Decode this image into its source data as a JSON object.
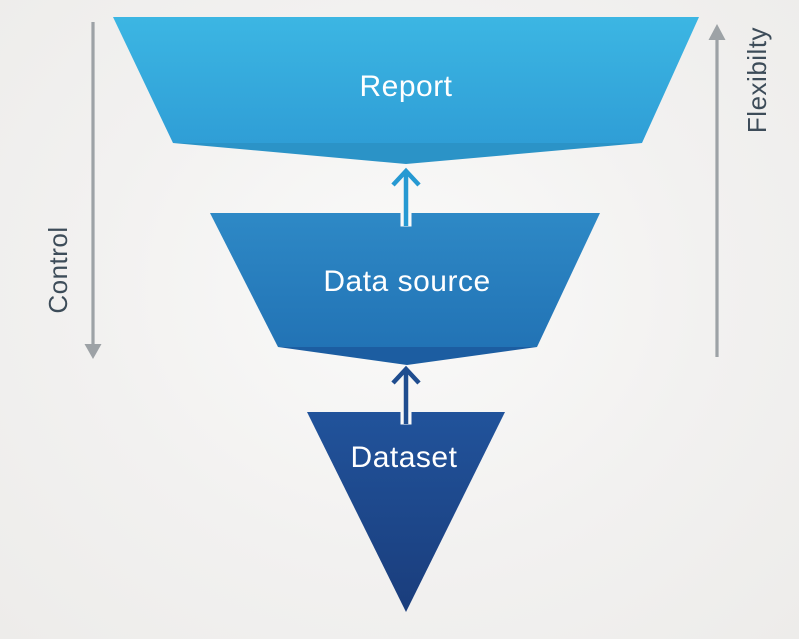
{
  "diagram": {
    "title": "funnel: dataset to data source to report",
    "background_color": "#f2f1f0",
    "notch_color": "#fafaf9",
    "label_text_color": "#ffffff",
    "stages": [
      {
        "label": "Report",
        "color_top": "#3cb6e3",
        "color_bottom": "#2f9ed6",
        "fold_color": "#2b93c7"
      },
      {
        "label": "Data source",
        "color_top": "#2e89c6",
        "color_bottom": "#2273b5",
        "fold_color": "#1c5da1"
      },
      {
        "label": "Dataset",
        "color_top": "#21539b",
        "color_bottom": "#1a3d7c"
      }
    ],
    "connectors": [
      {
        "name": "data-source-to-report",
        "direction": "up",
        "color": "#2699d2"
      },
      {
        "name": "dataset-to-data-source",
        "direction": "up",
        "color": "#1f4d8f"
      }
    ],
    "axes": {
      "left": {
        "label": "Control",
        "direction": "down",
        "arrow_color": "#9da2a6",
        "text_color": "#3d4c59"
      },
      "right": {
        "label": "Flexibilty",
        "direction": "up",
        "arrow_color": "#9da2a6",
        "text_color": "#3d4c59"
      }
    }
  }
}
